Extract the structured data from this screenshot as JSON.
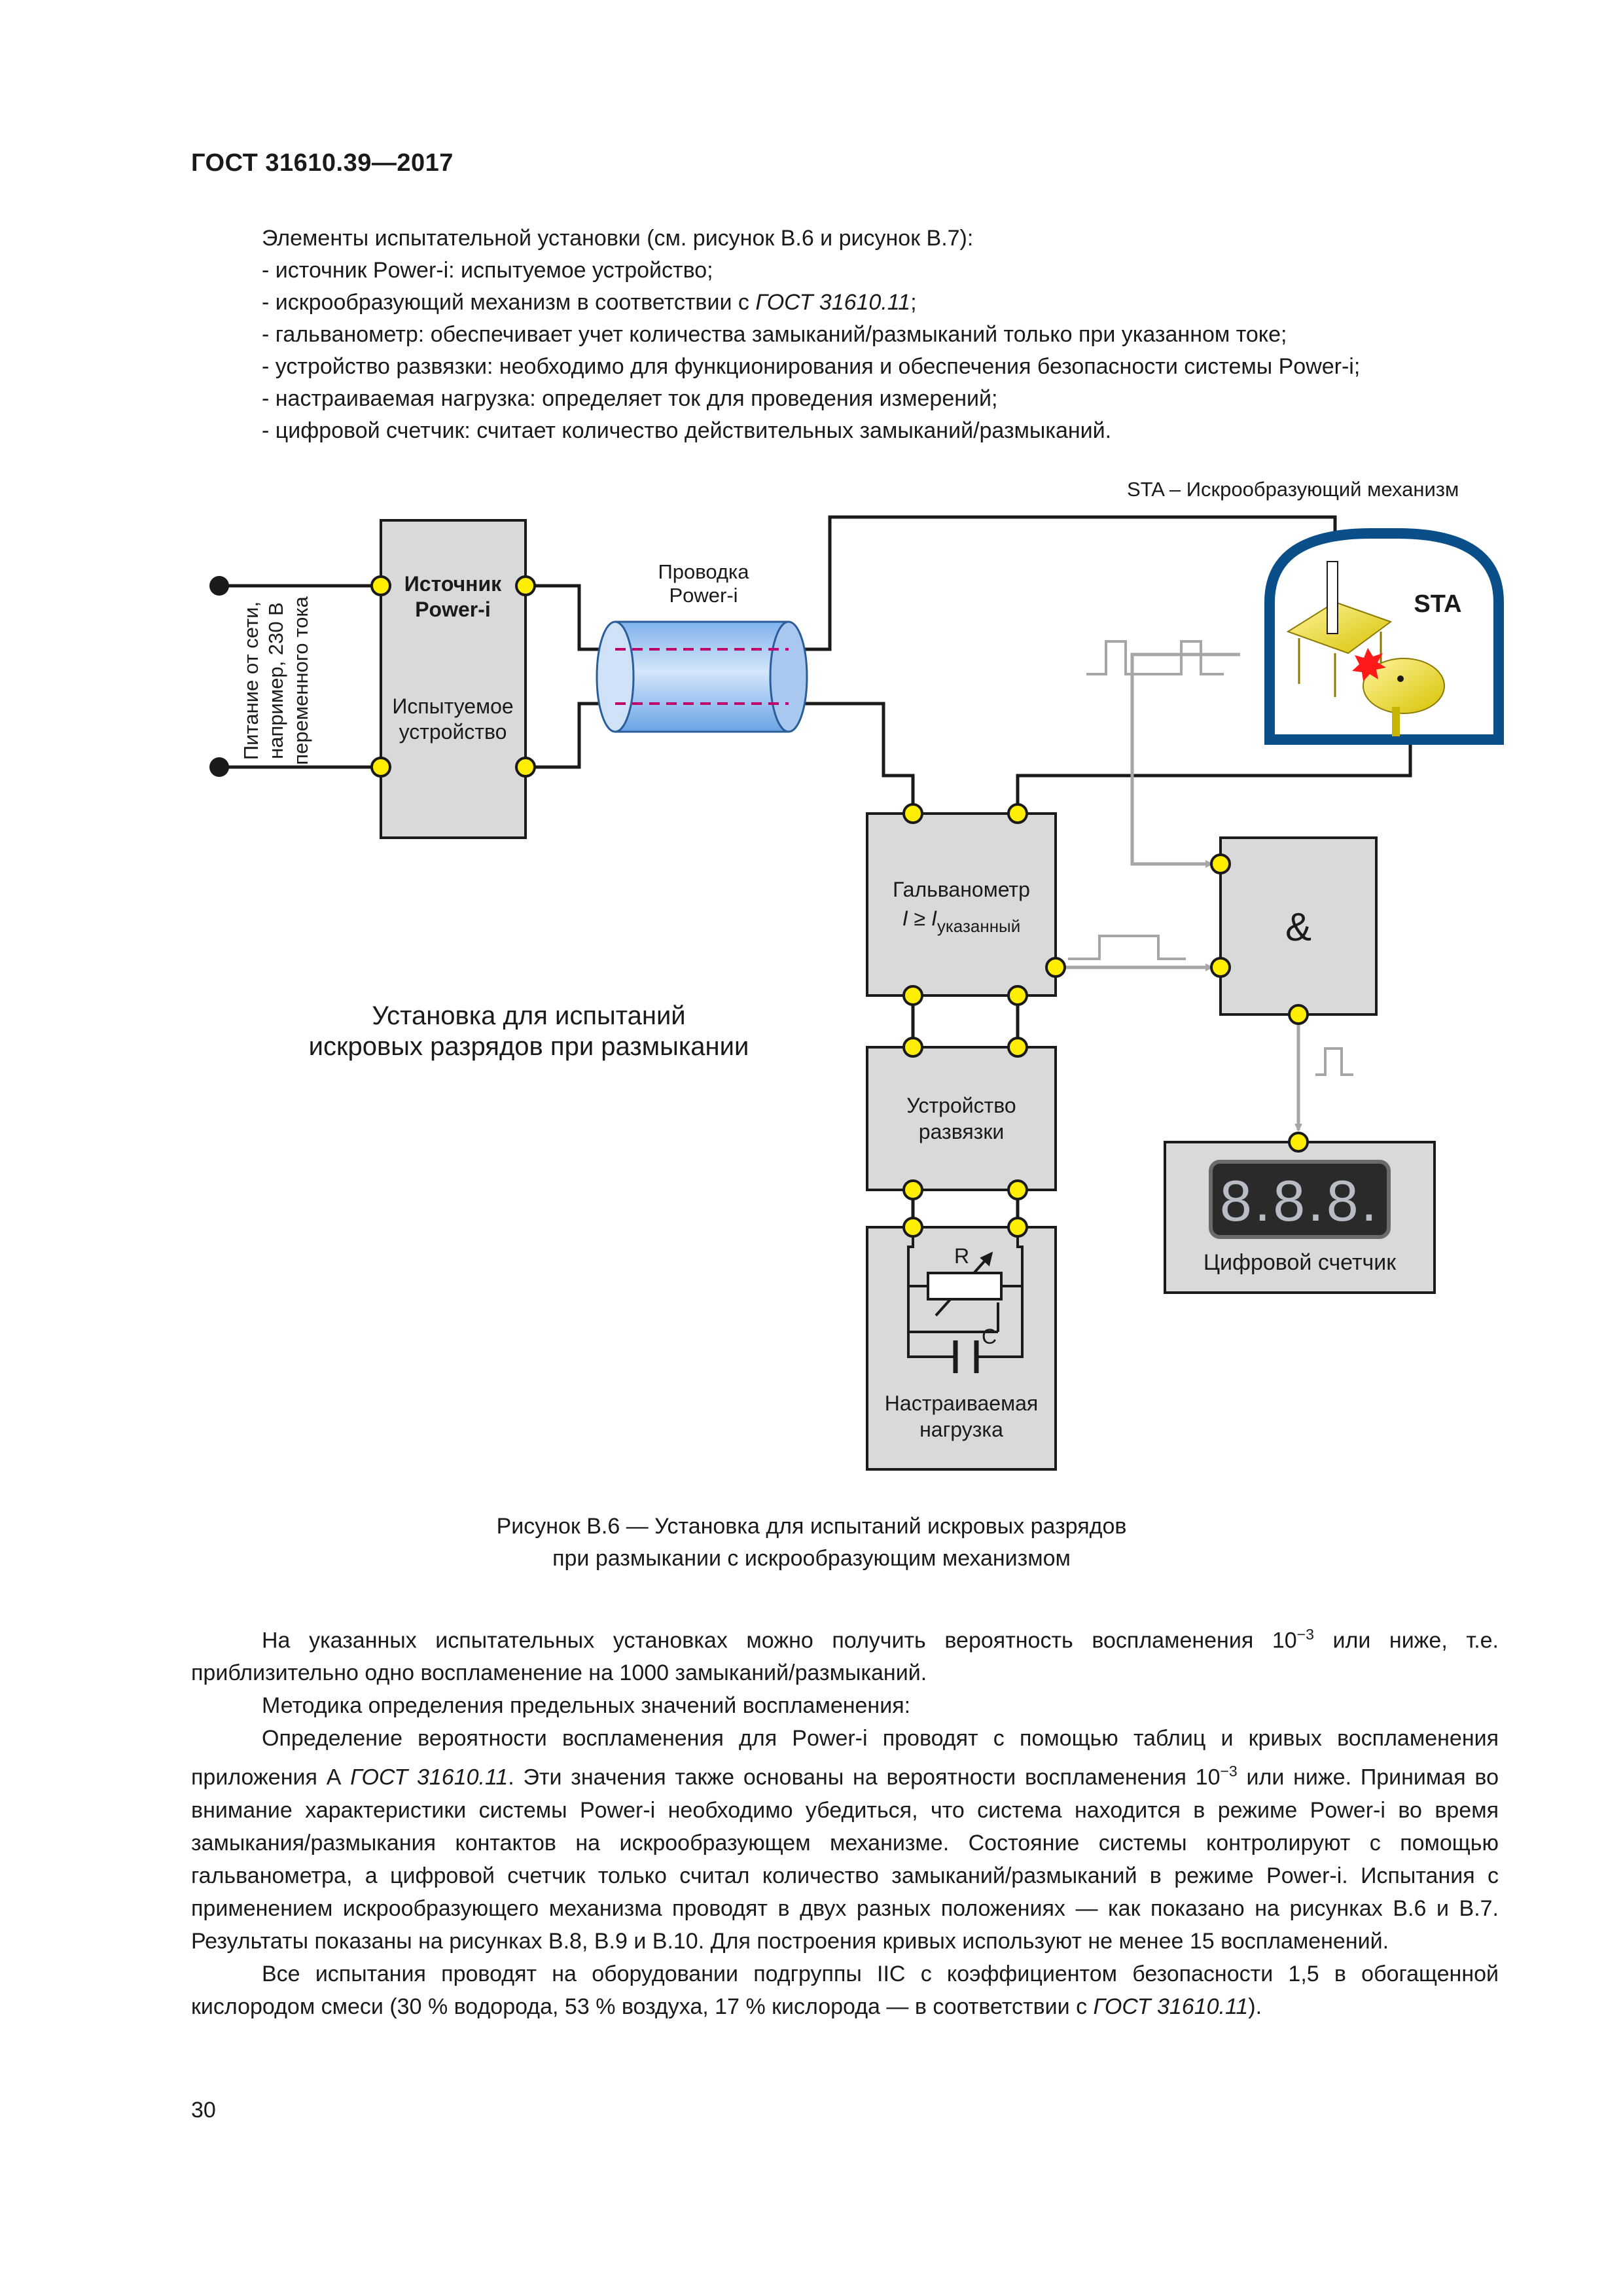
{
  "header": {
    "doc_id": "ГОСТ 31610.39—2017"
  },
  "intro": {
    "lead": "Элементы испытательной установки (см. рисунок B.6 и рисунок B.7):",
    "items": [
      {
        "prefix": "- источник Power-i: испытуемое устройство;",
        "ref": "",
        "suffix": ""
      },
      {
        "prefix": "- искрообразующий механизм в соответствии с ",
        "ref": "ГОСТ 31610.11",
        "suffix": ";"
      },
      {
        "prefix": "- гальванометр: обеспечивает учет количества замыканий/размыканий только при указанном токе;",
        "ref": "",
        "suffix": ""
      },
      {
        "prefix": "- устройство развязки: необходимо для функционирования и обеспечения безопасности системы Power-i;",
        "ref": "",
        "suffix": ""
      },
      {
        "prefix": "- настраиваемая нагрузка: определяет ток для проведения измерений;",
        "ref": "",
        "suffix": ""
      },
      {
        "prefix": "- цифровой счетчик: считает количество действительных замыканий/размыканий.",
        "ref": "",
        "suffix": ""
      }
    ]
  },
  "figure": {
    "sta_legend": "STA – Искрообразующий механизм",
    "sta_label": "STA",
    "mains_label_lines": [
      "Питание от сети,",
      "например, 230 В",
      "переменного тока"
    ],
    "source_box": {
      "title_lines": [
        "Источник",
        "Power-i"
      ],
      "subtitle_lines": [
        "Испытуемое",
        "устройство"
      ]
    },
    "wiring_label_lines": [
      "Проводка",
      "Power-i"
    ],
    "galvanometer": {
      "title": "Гальванометр",
      "formula_main": "I ≥ I",
      "formula_sub": "указанный"
    },
    "and_gate": "&",
    "decoupler_lines": [
      "Устройство",
      "развязки"
    ],
    "load": {
      "r_label": "R",
      "c_label": "C",
      "title_lines": [
        "Настраиваемая",
        "нагрузка"
      ]
    },
    "counter": {
      "display": "8.8.8.",
      "title": "Цифровой счетчик"
    },
    "setup_label_lines": [
      "Установка для испытаний",
      "искровых разрядов при размыкании"
    ]
  },
  "caption": {
    "line1": "Рисунок B.6 — Установка для испытаний искровых разрядов",
    "line2": "при размыкании с искрообразующим механизмом"
  },
  "body": {
    "p1_a": "На указанных испытательных установках можно получить вероятность воспламенения 10",
    "p1_sup": "−3",
    "p1_b": " или ниже, т.е. приблизительно одно воспламенение на 1000 замыканий/размыканий.",
    "p2": "Методика определения предельных значений воспламенения:",
    "p3_a": "Определение вероятности воспламенения для Power-i проводят с помощью таблиц и кривых воспламенения приложения А ",
    "p3_ref": "ГОСТ 31610.11",
    "p3_b": ". Эти значения также основаны на вероятности воспламенения 10",
    "p3_sup": "−3",
    "p3_c": " или ниже. Принимая во внимание характеристики системы Power-i необходимо убедиться, что система находится в режиме Power-i во время замыкания/размыкания контактов на искрообразующем механизме. Состояние системы контролируют с помощью гальванометра, а цифровой счетчик только считал количество замыканий/размыканий в режиме Power-i. Испытания с применением искрообразующего механизма проводят в двух разных положениях — как показано на рисунках B.6 и B.7. Результаты показаны на рисунках B.8, B.9 и B.10. Для построения кривых используют не менее 15 воспламенений.",
    "p4_a": "Все испытания проводят на оборудовании подгруппы IIC с коэффициентом безопасности 1,5 в обогащенной кислородом смеси (30 % водорода, 53 % воздуха, 17 % кислорода — в соответствии с ",
    "p4_ref": "ГОСТ 31610.11",
    "p4_b": ")."
  },
  "page_number": "30",
  "colors": {
    "box_fill": "#d9d9d9",
    "terminal": "#ffee00",
    "wire": "#1a1a1a",
    "signal": "#a6a6a6",
    "cable": "#a8c8f0",
    "cable_lines": "#c0006a",
    "sta_frame": "#0b4f8a"
  }
}
